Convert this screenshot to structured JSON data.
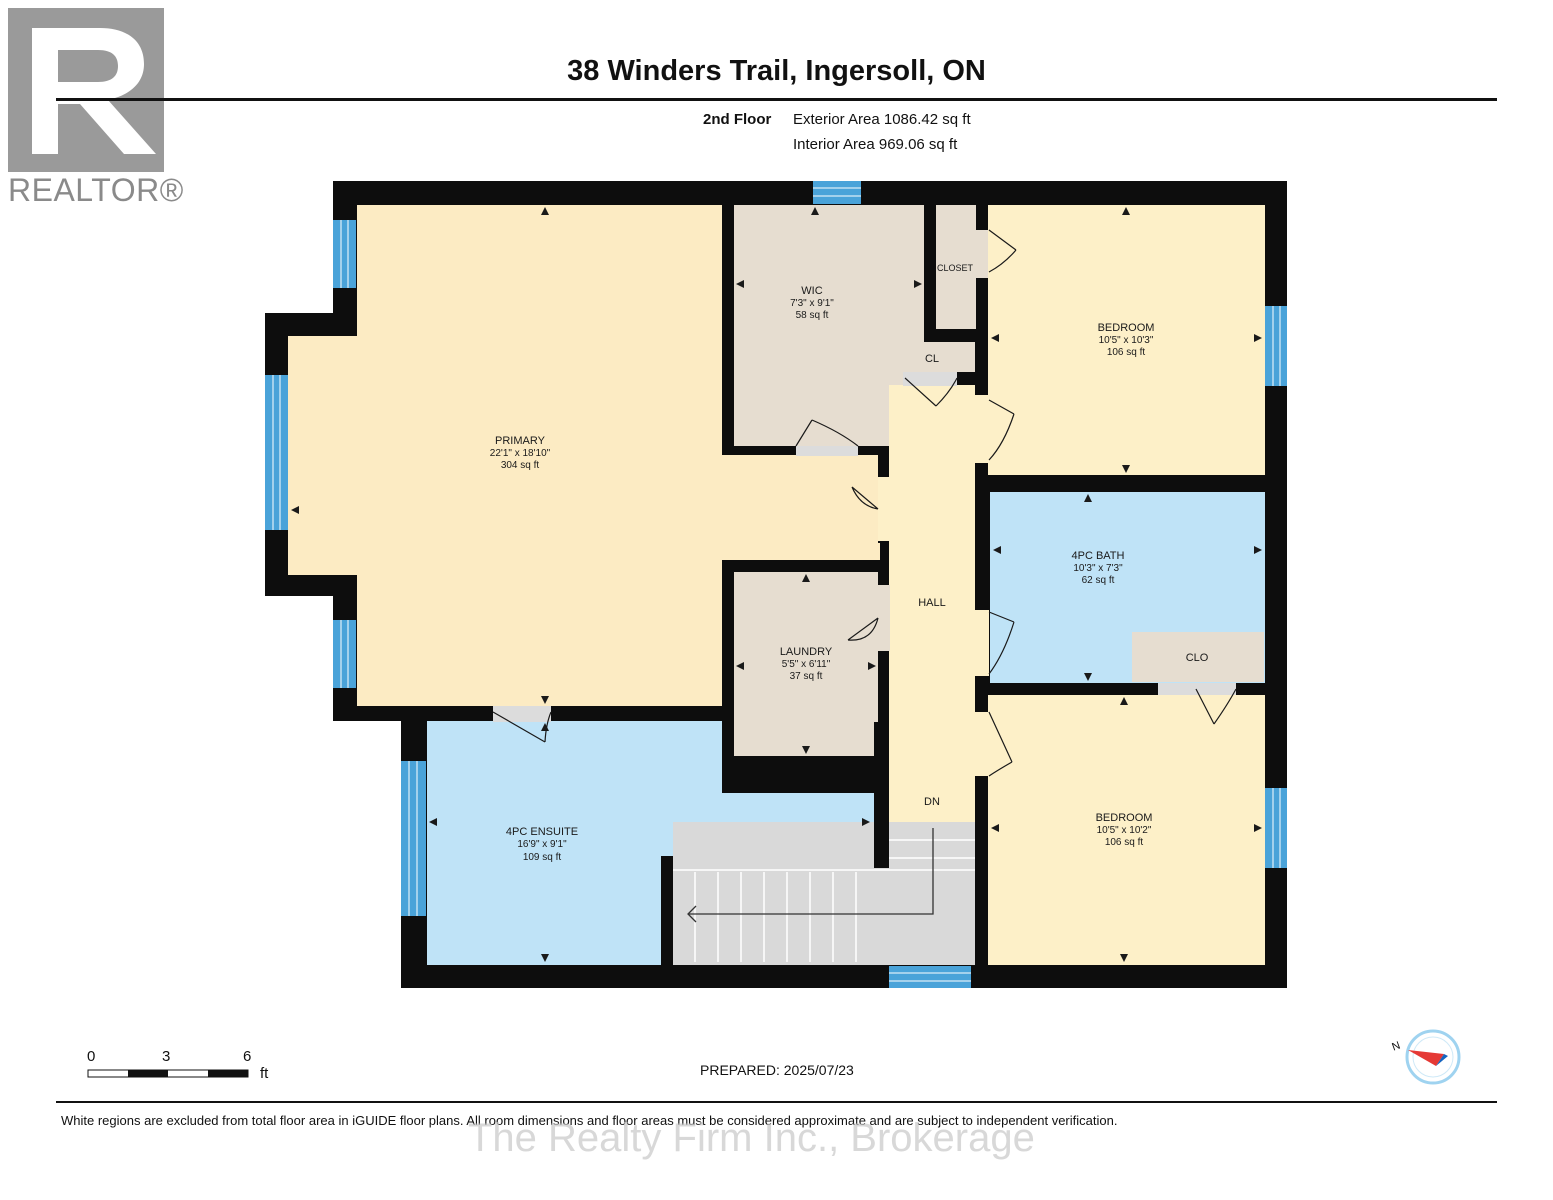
{
  "title": "38 Winders Trail, Ingersoll, ON",
  "floor": {
    "name": "2nd Floor",
    "exterior_area": "Exterior Area 1086.42 sq ft",
    "interior_area": "Interior Area 969.06 sq ft"
  },
  "logo": {
    "text": "REALTOR®"
  },
  "rooms": {
    "primary": {
      "name": "PRIMARY",
      "dims": "22'1\" x 18'10\"",
      "area": "304 sq ft"
    },
    "wic": {
      "name": "WIC",
      "dims": "7'3\" x 9'1\"",
      "area": "58 sq ft"
    },
    "closet": {
      "name": "CLOSET"
    },
    "cl": {
      "name": "CL"
    },
    "bedroom_top": {
      "name": "BEDROOM",
      "dims": "10'5\" x 10'3\"",
      "area": "106 sq ft"
    },
    "bath": {
      "name": "4PC BATH",
      "dims": "10'3\" x 7'3\"",
      "area": "62 sq ft"
    },
    "clo": {
      "name": "CLO"
    },
    "hall": {
      "name": "HALL"
    },
    "laundry": {
      "name": "LAUNDRY",
      "dims": "5'5\" x 6'11\"",
      "area": "37 sq ft"
    },
    "ensuite": {
      "name": "4PC ENSUITE",
      "dims": "16'9\" x 9'1\"",
      "area": "109 sq ft"
    },
    "bedroom_bottom": {
      "name": "BEDROOM",
      "dims": "10'5\" x 10'2\"",
      "area": "106 sq ft"
    },
    "stairs": {
      "name": "DN"
    }
  },
  "colors": {
    "wall": "#0d0d0d",
    "window": "#4aa3d9",
    "bedroom": "#fdf0c8",
    "primary": "#fcebc3",
    "closet": "#e6ddd0",
    "bath": "#bfe3f7",
    "stairs": "#d9d9d9",
    "compass_red": "#e53935",
    "compass_blue": "#9fd3f0"
  },
  "scale": {
    "zero": "0",
    "three": "3",
    "six": "6",
    "unit": "ft"
  },
  "prepared": "PREPARED: 2025/07/23",
  "compass": {
    "label": "N"
  },
  "disclaimer": "White regions are excluded from total floor area in iGUIDE floor plans. All room dimensions and floor areas must be considered approximate and are subject to independent verification.",
  "watermark": "The Realty Firm Inc., Brokerage"
}
